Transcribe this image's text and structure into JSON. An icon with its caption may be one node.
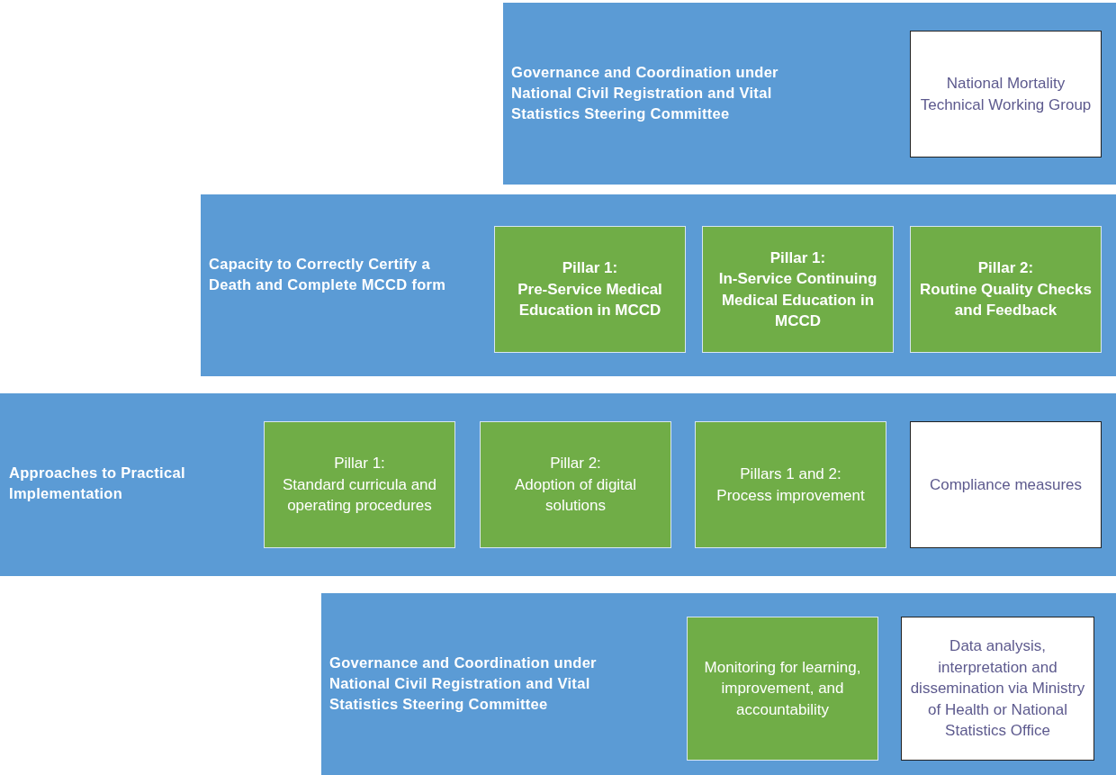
{
  "diagram": {
    "nodes": [
      {
        "text": [
          "Governance and Coordination under National Civil Registration and Vital Statistics Steering Committee"
        ]
      },
      {
        "text": [
          "National Mortality Technical Working Group"
        ],
        "in": 0
      },
      {
        "text": [
          "Capacity to Correctly Certify a Death and Complete MCCD form"
        ]
      },
      {
        "text": [
          "Pillar 1:",
          "Pre-Service Medical Education in MCCD"
        ],
        "in": 2
      },
      {
        "text": [
          "Pillar 1:",
          "In-Service Continuing Medical Education in MCCD"
        ],
        "in": 2
      },
      {
        "text": [
          "Pillar 2:",
          "Routine Quality Checks and Feedback"
        ],
        "in": 2
      },
      {
        "text": [
          "Approaches to Practical Implementation"
        ]
      },
      {
        "text": [
          "Pillar 1:",
          "Standard curricula and operating procedures"
        ],
        "in": 6
      },
      {
        "text": [
          "Pillar 2:",
          "Adoption of digital solutions"
        ],
        "in": 6
      },
      {
        "text": [
          "Pillars 1 and 2:",
          "Process improvement"
        ],
        "in": 6
      },
      {
        "text": [
          "Compliance measures"
        ],
        "in": 6
      },
      {
        "text": [
          "Governance and Coordination under National Civil Registration and Vital Statistics Steering Committee"
        ]
      },
      {
        "text": [
          "Monitoring for learning, improvement, and accountability"
        ],
        "in": 11
      },
      {
        "text": [
          "Data analysis, interpretation and dissemination via Ministry of Health or National Statistics Office"
        ],
        "in": 11
      }
    ]
  }
}
